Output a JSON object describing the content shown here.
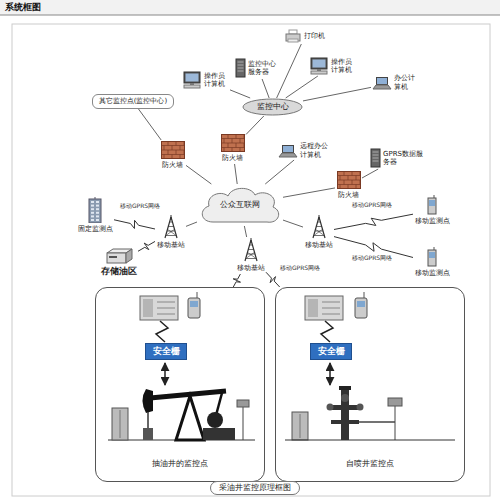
{
  "diagram": {
    "title": "系统框图",
    "caption": "采油井监控原理框图",
    "nodes": [
      {
        "text": [
          "监控中心"
        ]
      },
      {
        "text": [
          "操作员计算机"
        ]
      },
      {
        "text": [
          "打印机"
        ]
      },
      {
        "text": [
          "监控中心服务器"
        ]
      },
      {
        "text": [
          "操作员计算机"
        ]
      },
      {
        "text": [
          "办公计算机"
        ]
      },
      {
        "text": [
          "其它监控点(监控中心)"
        ]
      },
      {
        "text": [
          "防火墙"
        ]
      },
      {
        "text": [
          "防火墙"
        ]
      },
      {
        "text": [
          "远程办公计算机"
        ]
      },
      {
        "text": [
          "防火墙"
        ]
      },
      {
        "text": [
          "GPRS数据服务器"
        ]
      },
      {
        "text": [
          "公众互联网"
        ]
      },
      {
        "text": [
          "移动基站"
        ]
      },
      {
        "text": [
          "固定监测点"
        ]
      },
      {
        "text": [
          "存储油区"
        ]
      },
      {
        "text": [
          "移动基站"
        ]
      },
      {
        "text": [
          "移动监测点"
        ]
      },
      {
        "text": [
          "移动监测点"
        ]
      },
      {
        "text": [
          "移动基站"
        ]
      },
      {
        "text": [
          "抽油井的监控点"
        ]
      },
      {
        "text": [
          "安全栅"
        ],
        "in": 20
      },
      {
        "text": [
          "自喷井监控点"
        ]
      },
      {
        "text": [
          "安全栅"
        ],
        "in": 22
      }
    ],
    "edges": [
      {
        "from": 1,
        "to": 0,
        "arrow": "none"
      },
      {
        "from": 2,
        "to": 0,
        "arrow": "none"
      },
      {
        "from": 3,
        "to": 0,
        "arrow": "none"
      },
      {
        "from": 4,
        "to": 0,
        "arrow": "none"
      },
      {
        "from": 5,
        "to": 0,
        "arrow": "none"
      },
      {
        "from": 0,
        "to": 8,
        "arrow": "none"
      },
      {
        "from": 8,
        "to": 12,
        "arrow": "none"
      },
      {
        "from": 6,
        "to": 7,
        "arrow": "none"
      },
      {
        "from": 7,
        "to": 12,
        "arrow": "none"
      },
      {
        "from": 9,
        "to": 12,
        "arrow": "none"
      },
      {
        "from": 11,
        "to": 10,
        "arrow": "none"
      },
      {
        "from": 10,
        "to": 12,
        "arrow": "none"
      },
      {
        "from": 13,
        "to": 12,
        "arrow": "none"
      },
      {
        "from": 16,
        "to": 12,
        "arrow": "none"
      },
      {
        "from": 19,
        "to": 12,
        "arrow": "none"
      },
      {
        "from": 13,
        "to": 14,
        "label": "移动GPRS网络",
        "arrow": "none"
      },
      {
        "from": 13,
        "to": 15,
        "arrow": "none"
      },
      {
        "from": 16,
        "to": 17,
        "label": "移动GPRS网络",
        "arrow": "none"
      },
      {
        "from": 16,
        "to": 18,
        "label": "移动GPRS网络",
        "arrow": "none"
      },
      {
        "from": 19,
        "to": 20,
        "arrow": "none"
      },
      {
        "from": 19,
        "to": 22,
        "label": "移动GPRS网络",
        "arrow": "none"
      }
    ]
  }
}
